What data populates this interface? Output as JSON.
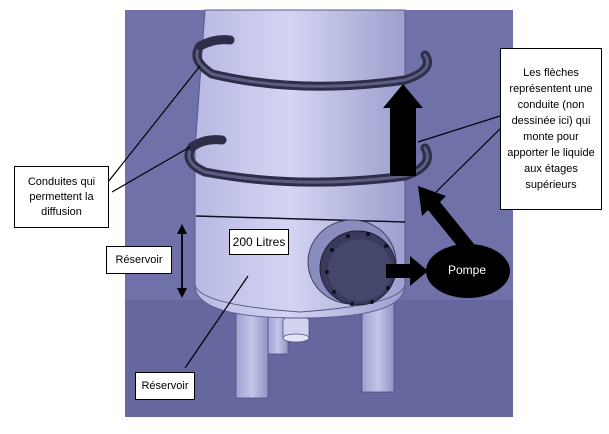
{
  "labels": {
    "conduites": "Conduites qui permettent la diffusion",
    "reservoir_left": "Réservoir",
    "reservoir_bottom": "Réservoir",
    "volume": "200 Litres",
    "pompe": "Pompe",
    "fleches_note": "Les flèches représentent une conduite (non dessinée ici) qui monte pour apporter le liquide aux étages supérieurs"
  },
  "colors": {
    "background": "#6f71a8",
    "tank_body": "#c6c7ea",
    "tank_shadow": "#a3a5d4",
    "ring": "#2e2e48",
    "arrow": "#000000",
    "pump_fill": "#000000",
    "pump_text": "#ffffff"
  }
}
